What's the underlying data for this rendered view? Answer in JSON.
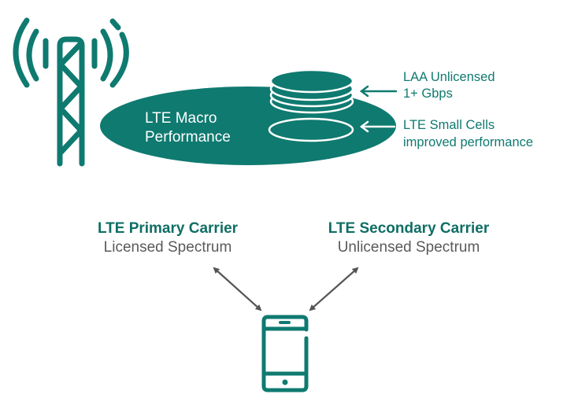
{
  "colors": {
    "teal": "#0f7a70",
    "teal_dark": "#0f6e64",
    "gray_text": "#5a5a5a",
    "arrow_gray": "#555555",
    "white": "#ffffff"
  },
  "icons": {
    "tower": "cell-tower-icon",
    "phone": "smartphone-icon",
    "stack": "stacked-discs-icon"
  },
  "macro": {
    "line1": "LTE Macro",
    "line2": "Performance"
  },
  "callouts": {
    "laa": {
      "line1": "LAA  Unlicensed",
      "line2": "1+ Gbps"
    },
    "small_cells": {
      "line1": "LTE Small Cells",
      "line2": "improved performance"
    }
  },
  "carriers": {
    "primary": {
      "title": "LTE Primary Carrier",
      "subtitle": "Licensed Spectrum"
    },
    "secondary": {
      "title": "LTE Secondary Carrier",
      "subtitle": "Unlicensed Spectrum"
    }
  }
}
